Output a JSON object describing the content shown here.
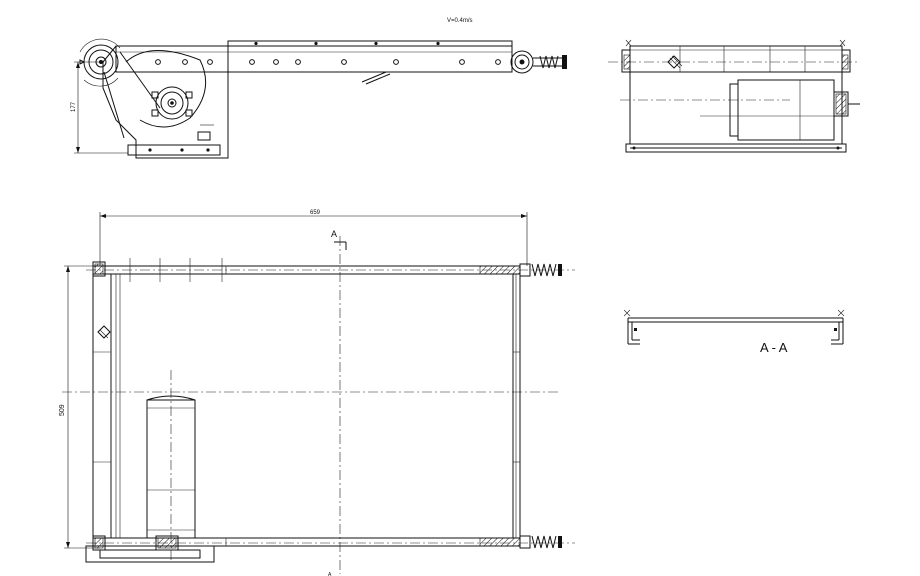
{
  "drawing": {
    "speed_note": "V=0.4m/s",
    "side_view": {
      "height_dim": "177"
    },
    "plan_view": {
      "width_dim": "659",
      "height_dim": "509",
      "section_mark_top": "A",
      "section_mark_bottom": "A"
    },
    "section_view": {
      "label": "A - A"
    }
  }
}
